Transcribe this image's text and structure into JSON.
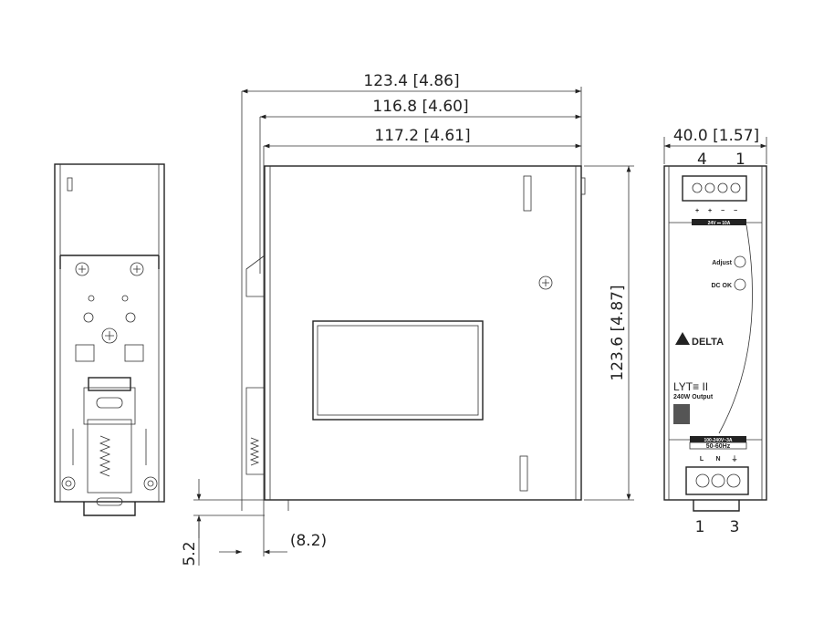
{
  "dimensions": {
    "overall_depth": "123.4 [4.86]",
    "depth_2": "116.8 [4.60]",
    "depth_3": "117.2 [4.61]",
    "height": "123.6 [4.87]",
    "width": "40.0 [1.57]",
    "rail_offset": "5.2",
    "rail_depth": "(8.2)"
  },
  "front_panel": {
    "output_terminal_numbers": [
      "4",
      "1"
    ],
    "output_polarity": [
      "+",
      "+",
      "−",
      "−"
    ],
    "output_rating": "24V ⎓ 10A",
    "adjust_label": "Adjust",
    "dc_ok_label": "DC OK",
    "brand": "DELTA",
    "product": "LYT≡ II",
    "output_power": "240W Output",
    "input_rating": "100-240V~3A",
    "input_freq": "50-60Hz",
    "input_labels": [
      "L",
      "N",
      "⏚"
    ],
    "input_terminal_numbers": [
      "1",
      "3"
    ]
  }
}
